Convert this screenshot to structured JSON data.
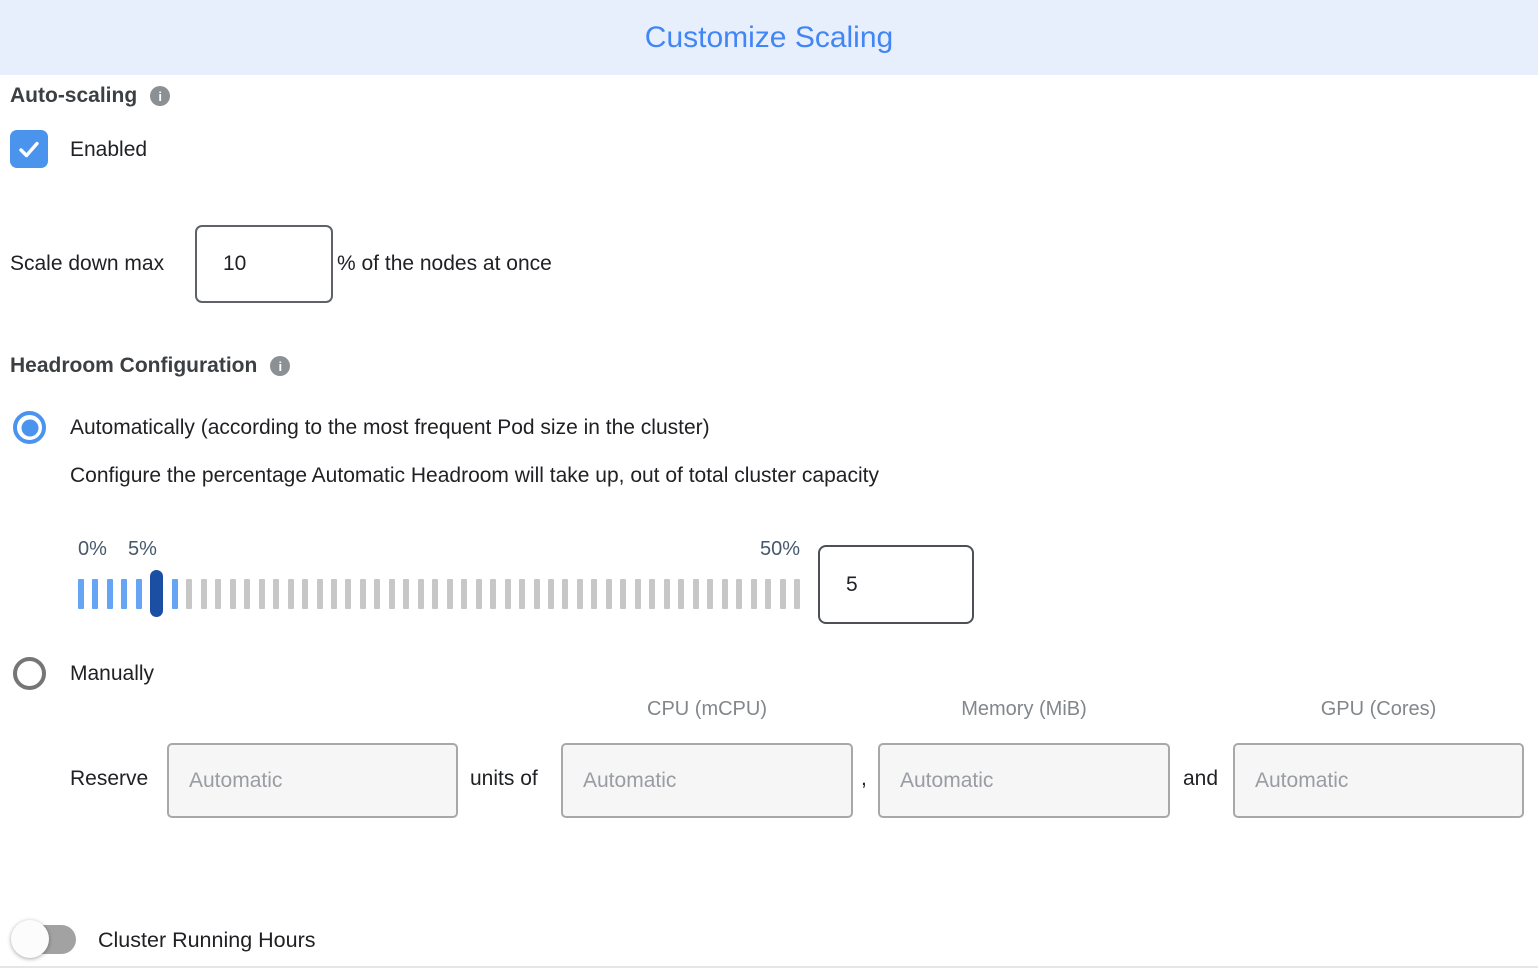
{
  "header": {
    "title": "Customize Scaling",
    "bg_color": "#e7effd",
    "title_color": "#4285f4"
  },
  "icons": {
    "info_glyph": "i",
    "checkmark": "check-icon"
  },
  "auto_scaling": {
    "heading": "Auto-scaling",
    "checkbox_checked": true,
    "enabled_label": "Enabled"
  },
  "scale_down": {
    "prefix_label": "Scale down max",
    "value": "10",
    "suffix_label": "% of the nodes at once"
  },
  "headroom": {
    "heading": "Headroom Configuration",
    "auto_option_label": "Automatically (according to the most frequent Pod size in the cluster)",
    "auto_option_selected": true,
    "auto_description": "Configure the percentage Automatic Headroom will take up, out of total cluster capacity",
    "slider": {
      "min_label": "0%",
      "current_label": "5%",
      "max_label": "50%",
      "value": "5",
      "total_ticks": 50,
      "handle_index": 5,
      "active_after_handle": 1,
      "colors": {
        "active": "#66a5f3",
        "inactive": "#c7c7c7",
        "handle": "#1b4fa3"
      }
    },
    "manual_option_label": "Manually",
    "manual_option_selected": false
  },
  "manual_reserve": {
    "reserve_label": "Reserve",
    "units_label": "units of",
    "comma_separator": ",",
    "and_label": "and",
    "count_placeholder": "Automatic",
    "columns": [
      {
        "header": "CPU (mCPU)",
        "placeholder": "Automatic"
      },
      {
        "header": "Memory (MiB)",
        "placeholder": "Automatic"
      },
      {
        "header": "GPU (Cores)",
        "placeholder": "Automatic"
      }
    ]
  },
  "cluster_running_hours": {
    "label": "Cluster Running Hours",
    "toggle_on": false
  }
}
